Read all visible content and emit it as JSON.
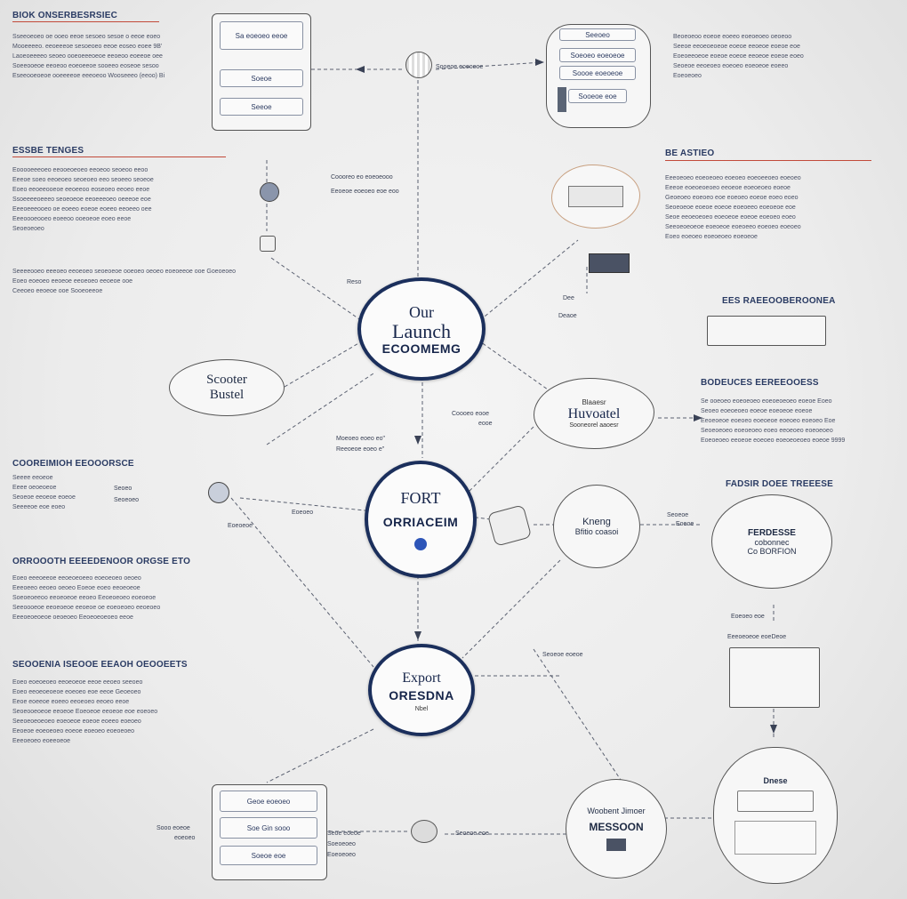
{
  "hubs": {
    "top": {
      "line1": "Our",
      "line2": "Launch",
      "line3": "ECOOMEMG"
    },
    "middle": {
      "line1": "FORT",
      "line2": "ORRIACEIM"
    },
    "bottom": {
      "line1": "Export",
      "line2": "ORESDNA",
      "line3": "Nbel"
    }
  },
  "nodes": {
    "scooter": {
      "line1": "Scooter",
      "line2": "Bustel"
    },
    "bdaesr": {
      "line1": "Blaaesr",
      "line2": "Huvoatel",
      "line3": "Sooneorel  aaoesr"
    },
    "kneng": {
      "line1": "Kneng",
      "line2": "Bfitio coasoi"
    },
    "ferdeese": {
      "line1": "FERDESSE",
      "line2": "cobonnec",
      "line3": "Co BORFION"
    },
    "messson": {
      "line1": "Woobent Jimoer",
      "line2": "MESSOON"
    },
    "dnese": {
      "line1": "Dnese"
    }
  },
  "headings": {
    "top_left": "BIOK ONSERBESRSIEC",
    "mid_left": "ESSBE TENGES",
    "cooesr": "COOREIMIOH EEOOORSCE",
    "orooesr": "ORROOOTH EEEEDENOOR ORGSE ETO",
    "srbooen": "SEOOENIA ISEOOE EEAOH OEOOEETS",
    "right_top": "BE ASTIEO",
    "right_ees": "EES  RAEEOOBEROONEA",
    "right_bod": "BODEUCES EEREEOOESS",
    "right_fads": "FADSIR DOEE TREEESE"
  },
  "paragraphs": {
    "top_left": [
      "Sseeoeoeo oe ooeo eeoe sesoeo sesoe o eeoe eoeo",
      "Mooeeeeo. eeoeeeoe sesoeoeo eeoe eoseo eoee 9B'",
      "Laoeoeeeeo seoeo ooeoeeeoeoe eeoeoo eoeeoe oee",
      "Soeeooeoe eeoeoo eoeoeeoe sooeeo eoseoe sesoo",
      "Eseeooeoeoe ooeeeeoe eeeoeoo Wooseeeo (eeoo) Bi"
    ],
    "mid_left": [
      "Eooooeeeoeo eeooeoeoeo eeoeoo seoeoo eeoo",
      "Eeeoe soeo eeoeoeo seoeoeo eeo seoeeo seoeoe",
      "Eoeo eeoeeooeoe eeoeeoo eoseoeo eeoeo eeoe",
      "Ssoeeeeoeeeo seoeoeoe eeoeeeoeo oeeeoe eoe",
      "Eeeoeeeooeo oe eoeeo eoeoe eoeeo eeoeeo oee",
      "Eeeoooeooeo eoeeoo ooeoeoe eoeo eeoe",
      "Seoeoeoeo"
    ],
    "mid_left2": [
      "Seeeeooeo eeeoeo eeoeoeo seoeoeoe ooeoeo oeoeo eoeoeeoe ooe Goeoeoeo",
      "Eoeo eoeoeo eeoeoe eeoeoeo eeoeoe ooe",
      "Ceeoeo eeoeoe ooe Sooeoeeoe"
    ],
    "cooesr": [
      "Seeee eeoeoe",
      "Eeee oeoeoeoe",
      "Seoeoe eeoeoe eoeoe",
      "Seeeeoe eoe eoeo"
    ],
    "orooesr": [
      "Eoeo eeeoeeoe eeoeoeoeeo eoeoeoeo oeoeo",
      "Eeeoeeo eeoeo oeoeo Eoeoe eoeo eeoeoeoe",
      "Soeoeoeeoo eeoeoeoe eeoeo Eeoeoeoeo eoeoeoe",
      "Seeoooeoe eeoeoeoe eeoeoe oe eoeoeoeo eeoeoeo",
      "Eeeoeoeoeoe oeoeoeo Eeoeoeoeoeo eeoe"
    ],
    "srbooen": [
      "Eoeo eoeoeoeo eeoeoeoe eeoe eeoeo seeoeo",
      "Eoeo eeoeoeoeoe eoeoeo eoe eeoe Geoeoeo",
      "Eeoe eoeeoe eoeeo eeoeoeo eeoeo eeoe",
      "Seoeooeoeoe eeoeoe Eoeoeoe eeoeoe eoe eoeoeo",
      "Seeoeoeoeoeo eoeoeoe eoeoe eoeeo eoeoeo",
      "Eeoeoe eoeoeoeo eoeoe eoeoeo eoeoeoeo",
      "Eeeoeoeo eoeeoeoe"
    ],
    "right_top": [
      "Beoeoeoo eoeoe eoeeo eoeoeoeo oeoeoo",
      "Seeoe eeoeoeoeoe eoeoe eeoeoe eoeoe eoe",
      "Eoeoeeoeoe eoeoe eoeoe eeoeoe eoeoe eoeo",
      "Seoeoe eeoeoeo eoeoeo eoeoeoe eoeeo",
      "Eoeoeoeo"
    ],
    "right_be": [
      "Eeeoeoeo eoeoeoeo eoeoeo eoeoeeoeo eoeoeo",
      "Eeeoe eoeoeoeoeo eeoeoe eoeoeoeo eoeoe",
      "Geoeoeo eoeoeo eoe eoeoeo eoeoe eoeo eoeo",
      "Seoeoeoe eoeoe eoeoe eoeoeeo eoeoeoe eoe",
      "Seoe eeoeoeoeo eoeoeoe eoeoe eoeoeo eoeo",
      "Seeoeoeoeoe eoeoeoe eoeoeeo eoeoeo eoeoeo",
      "Eoeo eoeoeo eoeoeoeo eoeoeoe"
    ],
    "right_bod": [
      "Se ooeoeo eoeoeoeo eoeoeoeoeo eoeoe Eoeo",
      "Seoeo eoeoeoeo eoeoe eoeoeoe eoeoe",
      "Eeoeoeoe eoeoeo eoeoeoe eoeoeo eoeoeo Eoe",
      "Seoeoeoeo eoeoeoeo eoeo eeoeoeo eoeoeoeo",
      "Eoeoeoeo eeoeoe eoeoeo eoeoeoeoeo eoeoe 9999"
    ]
  },
  "buttons": {
    "top_box": [
      "Sa eoeoeo eeoe",
      "Soeoe",
      "Seeoe"
    ],
    "top_right_box": [
      "Seeoeo",
      "Soeoeo eoeoeoe",
      "Soooe eoeoeoe",
      "Sooeoe eoe"
    ],
    "bottom_left_box": [
      "Geoe eoeoeo",
      "Soe Gin sooo",
      "Soeoe eoe"
    ]
  },
  "labels": {
    "top_conn": "Sooeoe eoeoeoe",
    "mid_top_conn_1": "Coooreo eo eoeoeooo",
    "mid_top_conn_2": "Eeoeoe eoeoeo eoe eoo",
    "lbl_oaso": "Reso",
    "lbl_dea": "Dee",
    "lbl_dea2": "Deaoe",
    "lbl_coss": "Coooeo eooe",
    "lbl_coss2": "eooe",
    "lbl_mid1": "Moeoeo eoeo eo\"",
    "lbl_mid2": "Reeoeoe eoeo e\"",
    "lbl_left_dot1": "Seoeo",
    "lbl_left_dot2": "Seoeoeo",
    "lbl_left_dot3": "Eoeoeoe",
    "lbl_ess": "Eoeoeo",
    "lbl_kneng_r": "Seoeoe",
    "lbl_kneng_r2": "Eoeoe",
    "lbl_rm1": "Eoeoeo eoe",
    "lbl_rm2": "Eeeoeoeoe eoeDeoe",
    "lbl_bot_left1": "Sooo eoeoe",
    "lbl_bot_left2": "eoeoeo",
    "lbl_bot_mid1": "Seoe eoeoe",
    "lbl_bot_mid2": "Soeoeoeo",
    "lbl_bot_mid3": "Eoeoeoeo",
    "lbl_bot_right": "Seoeoe eoe",
    "lbl_export_top": "Seoeoe eoeoe"
  },
  "colors": {
    "hub_border": "#1b2f5c",
    "accent_red": "#c24a3a",
    "line": "#5a6070"
  }
}
